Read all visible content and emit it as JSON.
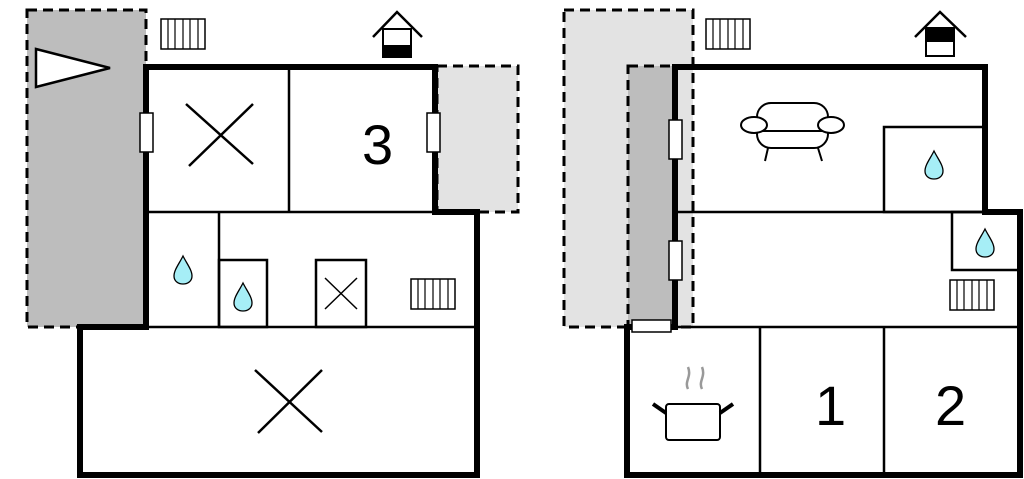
{
  "colors": {
    "terrace_dark": "#bdbdbd",
    "terrace_light": "#e3e3e3",
    "water_drop": "#a6eef6",
    "steam": "#999999"
  },
  "left_plan": {
    "room_labels": [
      "3"
    ],
    "icons": [
      "entrance-arrow-icon",
      "radiator-icon",
      "house-location-icon",
      "room-cross-icon",
      "bathroom-drop-icon",
      "radiator-icon"
    ]
  },
  "right_plan": {
    "room_labels": [
      "1",
      "2"
    ],
    "icons": [
      "radiator-icon",
      "house-location-icon",
      "sofa-icon",
      "bathroom-drop-icon",
      "kitchen-pot-icon"
    ]
  }
}
